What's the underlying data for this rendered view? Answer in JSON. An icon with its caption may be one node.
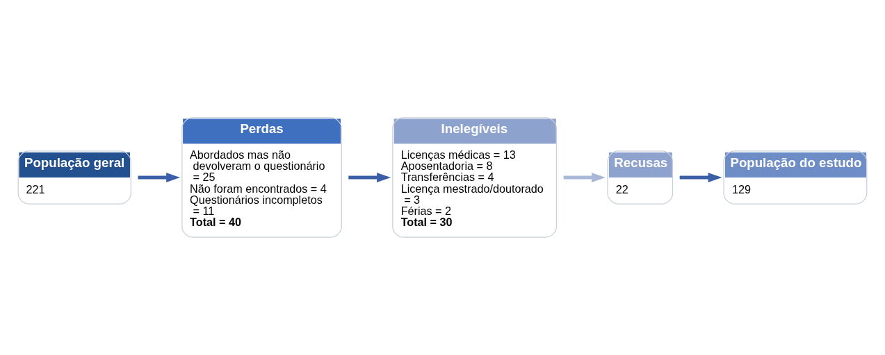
{
  "diagram": {
    "nodes": [
      {
        "text": [
          "População geral",
          "221"
        ]
      },
      {
        "text": [
          "Perdas",
          "Abordados mas não devolveram o questionário = 25",
          "Não foram encontrados = 4",
          "Questionários incompletos = 11",
          "**Total = 40**"
        ]
      },
      {
        "text": [
          "Inelegíveis",
          "Licenças médicas = 13",
          "Aposentadoria = 8",
          "Transferências = 4",
          "Licença mestrado/doutorado = 3",
          "Férias = 2",
          "**Total = 30**"
        ]
      },
      {
        "text": [
          "Recusas",
          "22"
        ]
      },
      {
        "text": [
          "População do estudo",
          "129"
        ]
      }
    ],
    "edges": [
      {
        "from": 0,
        "to": 1,
        "arrow": "to"
      },
      {
        "from": 1,
        "to": 2,
        "arrow": "to"
      },
      {
        "from": 2,
        "to": 3,
        "arrow": "to",
        "color": "#a9b8d8"
      },
      {
        "from": 3,
        "to": 4,
        "arrow": "to"
      }
    ]
  }
}
